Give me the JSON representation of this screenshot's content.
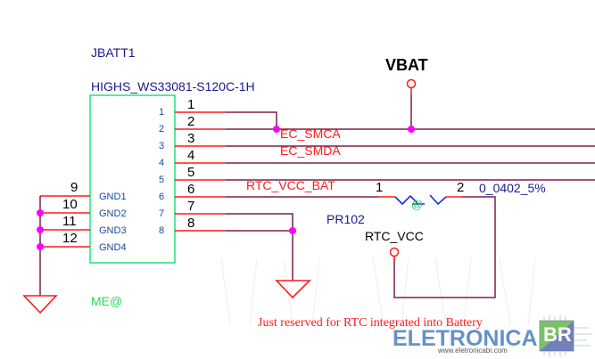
{
  "component": {
    "refdes": "JBATT1",
    "part_number": "HIGHS_WS33081-S120C-1H",
    "variant_tag": "ME@",
    "pins_right": [
      {
        "pin": "1",
        "inner": "1"
      },
      {
        "pin": "2",
        "inner": "2"
      },
      {
        "pin": "3",
        "inner": "3"
      },
      {
        "pin": "4",
        "inner": "4"
      },
      {
        "pin": "5",
        "inner": "5"
      },
      {
        "pin": "6",
        "inner": "6"
      },
      {
        "pin": "7",
        "inner": "7"
      },
      {
        "pin": "8",
        "inner": "8"
      }
    ],
    "pins_left": [
      {
        "pin": "9",
        "inner": "GND1"
      },
      {
        "pin": "10",
        "inner": "GND2"
      },
      {
        "pin": "11",
        "inner": "GND3"
      },
      {
        "pin": "12",
        "inner": "GND4"
      }
    ]
  },
  "nets": {
    "power": "VBAT",
    "smca": "EC_SMCA",
    "smda": "EC_SMDA",
    "rtc_bat": "RTC_VCC_BAT",
    "rtc_vcc": "RTC_VCC"
  },
  "resistor": {
    "refdes": "PR102",
    "value": "0_0402_5%",
    "pin1": "1",
    "pin2": "2",
    "variant_tag": "@"
  },
  "note": "Just reserved for RTC integrated into Battery",
  "watermark": {
    "brand": "ELETRONICA",
    "badge": "BR",
    "url": "www.eletronicabr.com"
  },
  "colors": {
    "wire": "#7a1f4f",
    "pin": "#ff1a1a",
    "junction": "#ff00ff",
    "body": "#22e07a",
    "label_blue": "#1a1a8c",
    "net_red": "#ff1a1a",
    "resistor": "#1a2adf",
    "tag_green": "#22dd55"
  }
}
